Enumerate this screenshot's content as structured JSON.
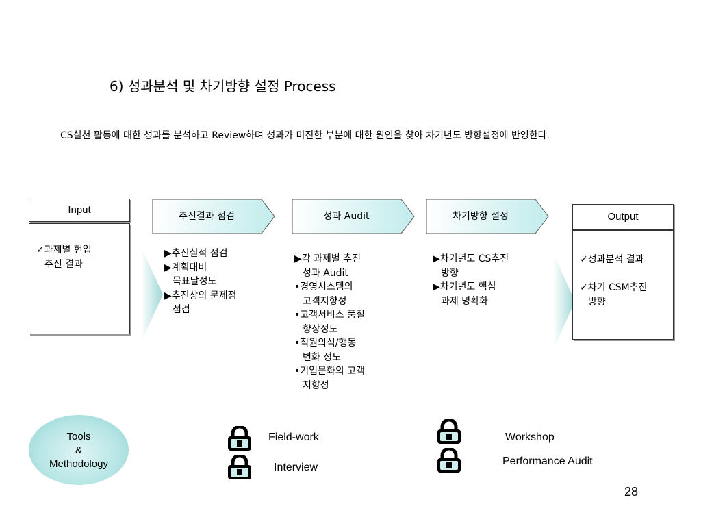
{
  "title": "6) 성과분석 및 차기방향 설정 Process",
  "description": "CS실천 활동에 대한 성과를 분석하고 Review하며 성과가 미진한 부분에 대한 원인을 찾아 차기년도  방향설정에 반영한다.",
  "input": {
    "header": "Input",
    "items": [
      {
        "line1": "✓과제별 현업",
        "line2": "추진 결과"
      }
    ]
  },
  "steps": [
    {
      "label": "추진결과 점검",
      "lines": [
        "▶추진실적 점검",
        "▶계획대비",
        "목표달성도",
        "▶추진상의 문제점",
        "점검"
      ]
    },
    {
      "label": "성과 Audit",
      "lines": [
        "▶각 과제별 추진",
        "성과 Audit",
        "•경영시스템의",
        "고객지향성",
        "•고객서비스 품질",
        "향상정도",
        "•직원의식/행동",
        "변화 정도",
        "•기업문화의 고객",
        "지향성"
      ]
    },
    {
      "label": "차기방향 설정",
      "lines": [
        "▶차기년도 CS추진",
        "방향",
        "▶차기년도 핵심",
        "과제 명확화"
      ]
    }
  ],
  "output": {
    "header": "Output",
    "items": [
      {
        "line1": "✓성과분석 결과"
      },
      {
        "line1": "✓차기 CSM추진",
        "line2": "방향"
      }
    ]
  },
  "tools": {
    "label_line1": "Tools",
    "label_line2": "&",
    "label_line3": "Methodology",
    "items": [
      "Field-work",
      "Interview",
      "Workshop",
      "Performance Audit"
    ],
    "icon": "lock-icon"
  },
  "page_number": "28",
  "colors": {
    "arrow_fill": "#ccf2f2",
    "triangle_fill": "#bfe6e6",
    "tools_fill": "#b9e6e6"
  }
}
